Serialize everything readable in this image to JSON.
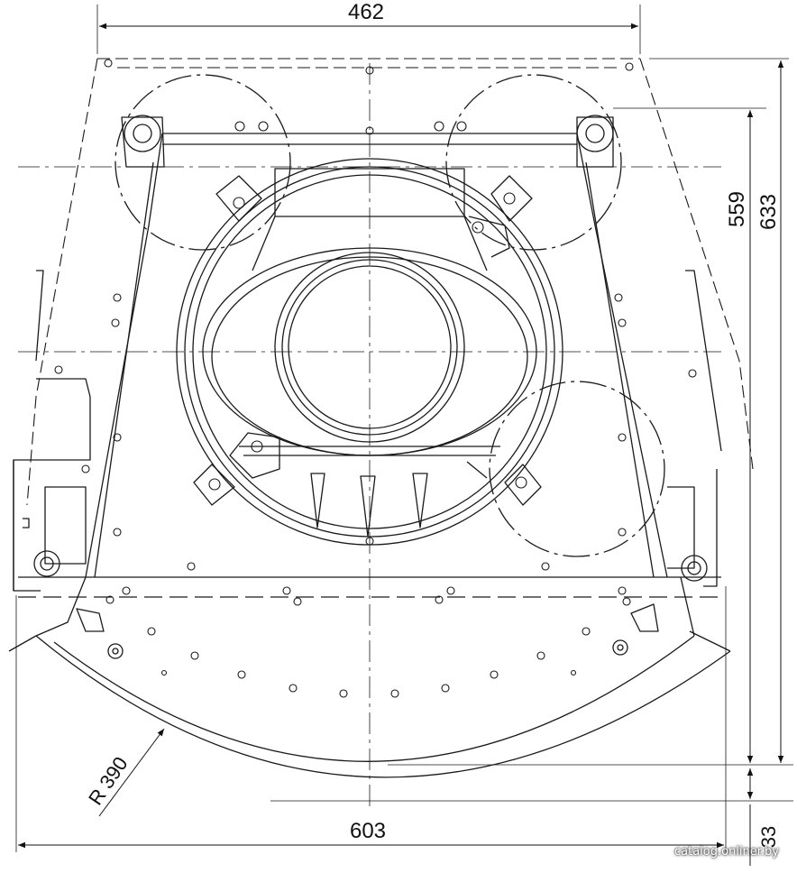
{
  "dimensions": {
    "top_width": "462",
    "bottom_width": "603",
    "height_inner": "559",
    "height_total": "633",
    "bottom_offset": "33",
    "radius": "R 390"
  },
  "watermark": "catalog.onliner.by"
}
